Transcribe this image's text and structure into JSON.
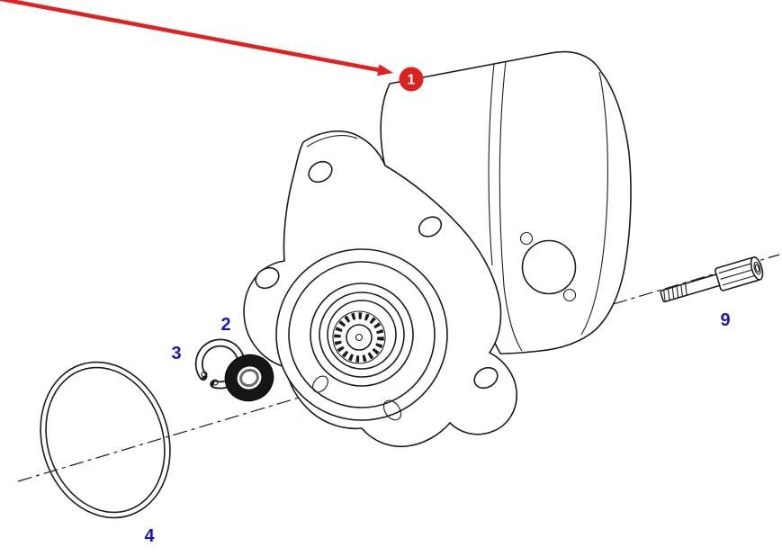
{
  "diagram": {
    "callouts": {
      "c1": {
        "label": "1"
      },
      "c2": {
        "label": "2"
      },
      "c3": {
        "label": "3"
      },
      "c4": {
        "label": "4"
      },
      "c9": {
        "label": "9"
      }
    },
    "colors": {
      "arrow_red": "#e02120",
      "badge_red": "#d8231e",
      "label_blue": "#1a17b8",
      "line_art": "#1c1c1e",
      "background": "#ffffff"
    }
  }
}
